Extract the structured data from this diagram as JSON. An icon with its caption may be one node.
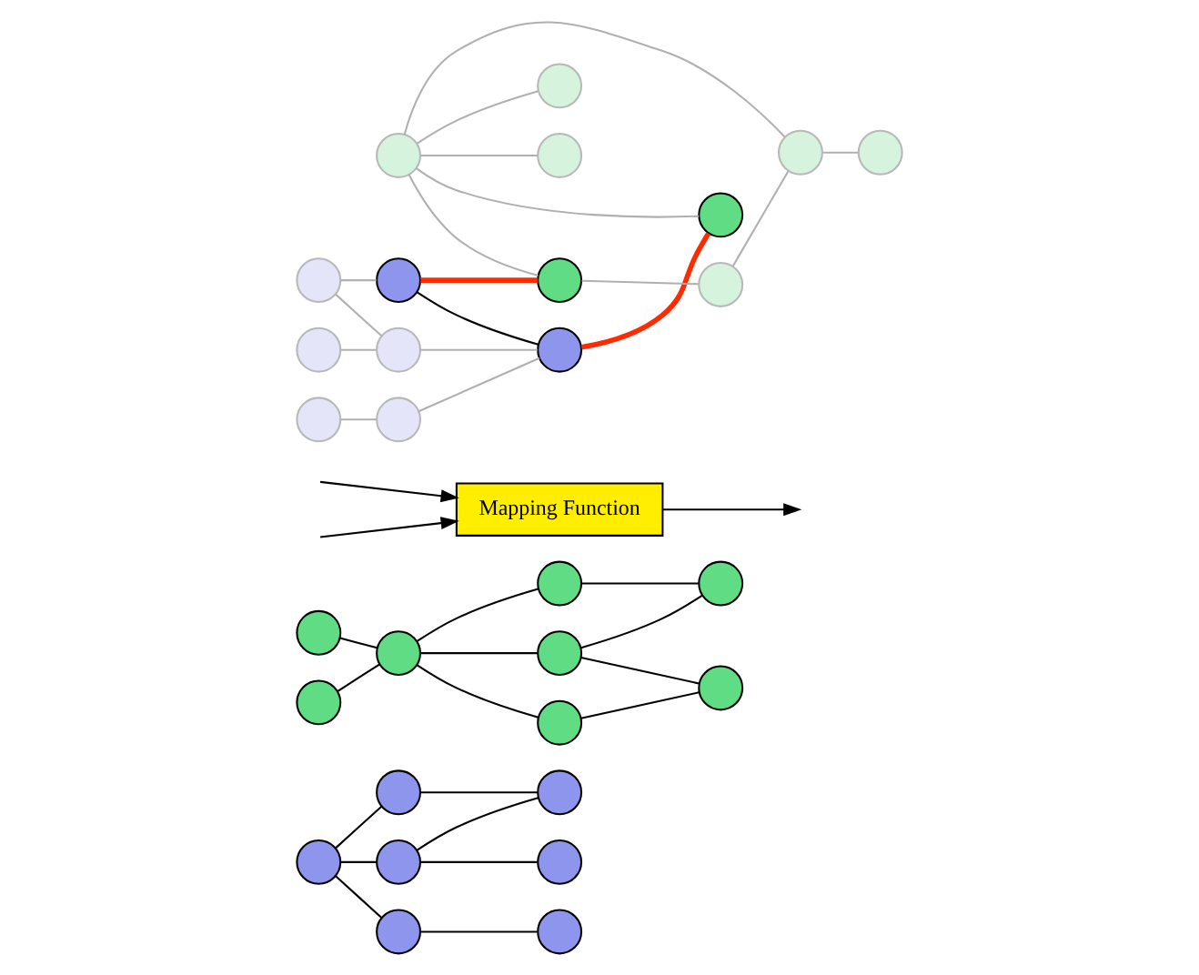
{
  "diagram": {
    "nodes": [
      {
        "text": [],
        "shape": "circle"
      },
      {
        "text": [],
        "shape": "circle"
      },
      {
        "text": [],
        "shape": "circle"
      },
      {
        "text": [],
        "shape": "circle"
      },
      {
        "text": [],
        "shape": "circle"
      },
      {
        "text": [],
        "shape": "circle"
      },
      {
        "text": [],
        "shape": "circle"
      },
      {
        "text": [],
        "shape": "circle"
      },
      {
        "text": [],
        "shape": "circle"
      },
      {
        "text": [],
        "shape": "circle"
      },
      {
        "text": [],
        "shape": "circle"
      },
      {
        "text": [],
        "shape": "circle"
      },
      {
        "text": [],
        "shape": "circle"
      },
      {
        "text": [],
        "shape": "circle"
      },
      {
        "text": [],
        "shape": "circle"
      },
      {
        "text": [
          "Mapping Function"
        ]
      },
      {
        "text": [],
        "shape": "circle"
      },
      {
        "text": [],
        "shape": "circle"
      },
      {
        "text": [],
        "shape": "circle"
      },
      {
        "text": [],
        "shape": "circle"
      },
      {
        "text": [],
        "shape": "circle"
      },
      {
        "text": [],
        "shape": "circle"
      },
      {
        "text": [],
        "shape": "circle"
      },
      {
        "text": [],
        "shape": "circle"
      },
      {
        "text": [],
        "shape": "circle"
      },
      {
        "text": [],
        "shape": "circle"
      },
      {
        "text": [],
        "shape": "circle"
      },
      {
        "text": [],
        "shape": "circle"
      },
      {
        "text": [],
        "shape": "circle"
      },
      {
        "text": [],
        "shape": "circle"
      },
      {
        "text": [],
        "shape": "circle"
      }
    ],
    "edges": [
      {
        "from": 0,
        "to": 1,
        "arrow": "none"
      },
      {
        "from": 0,
        "to": 2,
        "arrow": "none"
      },
      {
        "from": 1,
        "to": 4,
        "arrow": "none"
      },
      {
        "from": 2,
        "to": 4,
        "arrow": "none"
      },
      {
        "from": 2,
        "to": 5,
        "arrow": "none"
      },
      {
        "from": 0,
        "to": 3,
        "arrow": "none"
      },
      {
        "from": 3,
        "to": 6,
        "arrow": "none"
      },
      {
        "from": 7,
        "to": 9,
        "arrow": "none"
      },
      {
        "from": 8,
        "to": 9,
        "arrow": "none"
      },
      {
        "from": 9,
        "to": 10,
        "arrow": "none"
      },
      {
        "from": 9,
        "to": 11,
        "arrow": "none"
      },
      {
        "from": 9,
        "to": 13,
        "arrow": "none"
      },
      {
        "from": 10,
        "to": 12,
        "arrow": "none"
      },
      {
        "from": 11,
        "to": 12,
        "arrow": "none"
      },
      {
        "from": 11,
        "to": 14,
        "arrow": "none"
      },
      {
        "from": 13,
        "to": 14,
        "arrow": "none"
      },
      {
        "from": null,
        "to": 15,
        "arrow": "to"
      },
      {
        "from": null,
        "to": 15,
        "arrow": "to"
      },
      {
        "from": 15,
        "to": null,
        "arrow": "to"
      },
      {
        "from": 16,
        "to": 19,
        "arrow": "none",
        "color": "#b0b0b0"
      },
      {
        "from": 17,
        "to": 20,
        "arrow": "none",
        "color": "#b0b0b0"
      },
      {
        "from": 18,
        "to": 20,
        "arrow": "none",
        "color": "#b0b0b0"
      },
      {
        "from": 18,
        "to": 21,
        "arrow": "none",
        "color": "#b0b0b0"
      },
      {
        "from": 20,
        "to": 22,
        "arrow": "none",
        "color": "#b0b0b0"
      },
      {
        "from": 19,
        "to": 22,
        "arrow": "none",
        "color": "#b0b0b0"
      },
      {
        "from": 21,
        "to": 22,
        "arrow": "none"
      },
      {
        "from": 21,
        "to": 23,
        "arrow": "none",
        "style": "thick",
        "color": "#ff2a00"
      },
      {
        "from": 22,
        "to": 24,
        "arrow": "none",
        "style": "thick",
        "color": "#ff2a00"
      },
      {
        "from": 25,
        "to": 23,
        "arrow": "none",
        "color": "#b0b0b0"
      },
      {
        "from": 25,
        "to": 24,
        "arrow": "none",
        "color": "#b0b0b0"
      },
      {
        "from": 23,
        "to": 26,
        "arrow": "none",
        "color": "#b0b0b0"
      },
      {
        "from": 26,
        "to": 28,
        "arrow": "none",
        "color": "#b0b0b0"
      },
      {
        "from": 25,
        "to": 28,
        "arrow": "none",
        "color": "#b0b0b0"
      },
      {
        "from": 25,
        "to": 29,
        "arrow": "none",
        "color": "#b0b0b0"
      },
      {
        "from": 25,
        "to": 27,
        "arrow": "none",
        "color": "#b0b0b0"
      },
      {
        "from": 28,
        "to": 30,
        "arrow": "none",
        "color": "#b0b0b0"
      }
    ]
  }
}
